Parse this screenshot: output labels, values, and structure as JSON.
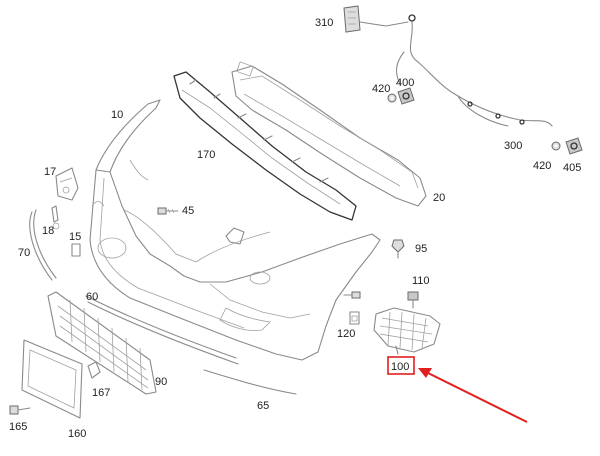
{
  "parts": {
    "p10": "10",
    "p15": "15",
    "p17": "17",
    "p18": "18",
    "p20": "20",
    "p45": "45",
    "p60": "60",
    "p65": "65",
    "p70": "70",
    "p90": "90",
    "p95": "95",
    "p100": "100",
    "p110": "110",
    "p120": "120",
    "p160": "160",
    "p165": "165",
    "p167": "167",
    "p170": "170",
    "p300": "300",
    "p310": "310",
    "p400": "400",
    "p405": "405",
    "p420a": "420",
    "p420b": "420"
  },
  "highlight": {
    "part": "100",
    "box_color": "#e02020",
    "arrow_color": "#e02020"
  },
  "colors": {
    "line": "#8a8a8a",
    "label": "#222222"
  }
}
